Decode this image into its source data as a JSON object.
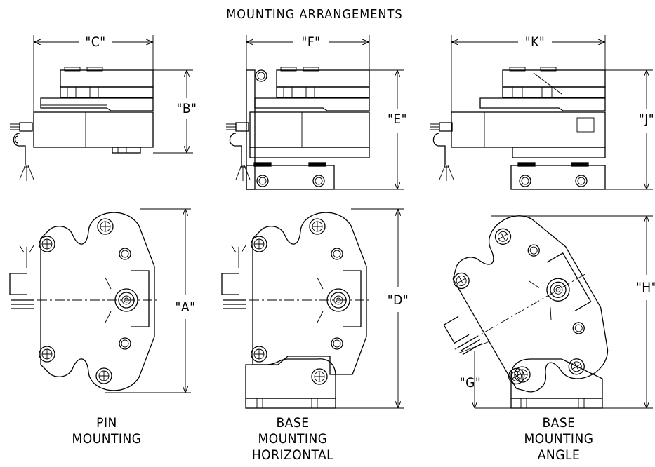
{
  "title": "MOUNTING ARRANGEMENTS",
  "dimensions": {
    "A": "\"A\"",
    "B": "\"B\"",
    "C": "\"C\"",
    "D": "\"D\"",
    "E": "\"E\"",
    "F": "\"F\"",
    "G": "\"G\"",
    "H": "\"H\"",
    "J": "\"J\"",
    "K": "\"K\""
  },
  "captions": {
    "pin": [
      "PIN",
      "MOUNTING"
    ],
    "horizontal": [
      "BASE",
      "MOUNTING",
      "HORIZONTAL"
    ],
    "angle": [
      "BASE",
      "MOUNTING",
      "ANGLE"
    ]
  }
}
